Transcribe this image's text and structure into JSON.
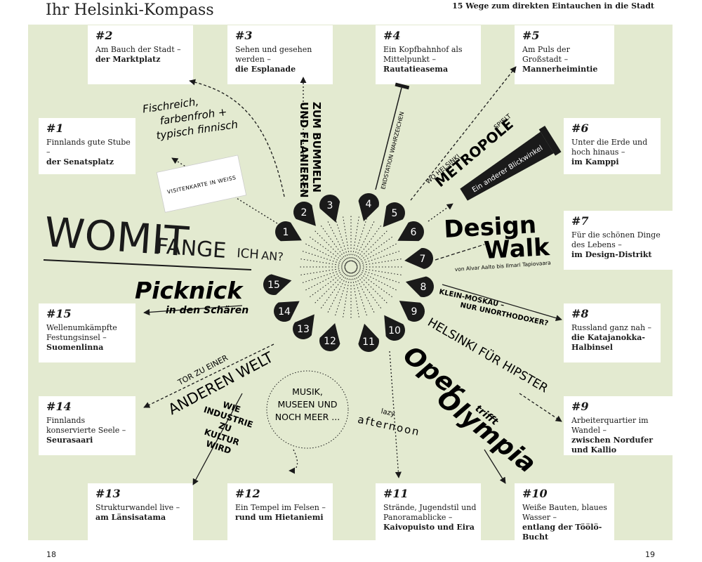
{
  "header": {
    "title": "Ihr Helsinki-Kompass",
    "subtitle": "15 Wege zum direkten Eintauchen in die Stadt"
  },
  "footer": {
    "page_left": "18",
    "page_right": "19"
  },
  "destinations": [
    {
      "num": "#1",
      "text": "Finnlands gute Stube –",
      "bold": "der Senatsplatz"
    },
    {
      "num": "#2",
      "text": "Am Bauch der Stadt –",
      "bold": "der Marktplatz"
    },
    {
      "num": "#3",
      "text": "Sehen und gesehen werden –",
      "bold": "die Esplanade"
    },
    {
      "num": "#4",
      "text": "Ein Kopfbahnhof als Mittelpunkt –",
      "bold": "Rautatieasema"
    },
    {
      "num": "#5",
      "text": "Am Puls der Großstadt –",
      "bold": "Mannerheimintie"
    },
    {
      "num": "#6",
      "text": "Unter die Erde und hoch hinaus –",
      "bold": "im Kamppi"
    },
    {
      "num": "#7",
      "text": "Für die schönen Dinge des Lebens –",
      "bold": "im Design-Distrikt"
    },
    {
      "num": "#8",
      "text": "Russland ganz nah –",
      "bold": "die Katajanokka-Halbinsel"
    },
    {
      "num": "#9",
      "text": "Arbeiterquartier im Wandel –",
      "bold": "zwischen Nordufer und Kallio"
    },
    {
      "num": "#10",
      "text": "Weiße Bauten, blaues Wasser –",
      "bold": "entlang der Töölö-Bucht"
    },
    {
      "num": "#11",
      "text": "Strände, Jugendstil und Panoramablicke –",
      "bold": "Kaivopuisto und Eira"
    },
    {
      "num": "#12",
      "text": "Ein Tempel im Felsen –",
      "bold": "rund um Hietaniemi"
    },
    {
      "num": "#13",
      "text": "Strukturwandel live –",
      "bold": "am Länsisatama"
    },
    {
      "num": "#14",
      "text": "Finnlands konservierte Seele –",
      "bold": "Seurasaari"
    },
    {
      "num": "#15",
      "text": "Wellenumkämpfte Festungsinsel –",
      "bold": "Suomenlinna"
    }
  ],
  "pins": [
    "1",
    "2",
    "3",
    "4",
    "5",
    "6",
    "7",
    "8",
    "9",
    "10",
    "11",
    "12",
    "13",
    "14",
    "15"
  ],
  "slogans": {
    "fischreich": [
      "Fischreich,",
      "farbenfroh +",
      "typisch finnisch"
    ],
    "visitenkarte": "VISITENKARTE IN WEISS",
    "womit_1": "WOMIT",
    "womit_2": "FANGE",
    "womit_3": "ICH",
    "womit_4": "AN?",
    "bummeln_1": "ZUM BUMMELN",
    "bummeln_2": "UND FLANIEREN",
    "endstation": "ENDSTATION WAHRZEICHEN",
    "wo_helsinki": "WO HELSINKI",
    "metropole": "METROPOLE",
    "spielt": "SPIELT",
    "blickwinkel": "Ein anderer Blickwinkel",
    "design": "Design",
    "walk": "Walk",
    "von_alvar": "von Alvar Aalto bis Ilmari Tapiovaara",
    "klein_moskau_1": "KLEIN-MOSKAU –",
    "klein_moskau_2": "NUR UNORTHODOXER?",
    "hipster": "HELSINKI FÜR HIPSTER",
    "oper": "Oper",
    "trifft": "trifft",
    "olympia": "Olympia",
    "lazy": "lazy",
    "afternoon": "afternoon",
    "musik": [
      "MUSIK,",
      "MUSEEN UND",
      "NOCH MEER ..."
    ],
    "industrie": [
      "WIE",
      "INDUSTRIE",
      "ZU",
      "KULTUR",
      "WIRD"
    ],
    "tor_1": "TOR ZU EINER",
    "tor_2": "ANDEREN WELT",
    "picknick": "Picknick",
    "schaeren": "in den Schären"
  }
}
